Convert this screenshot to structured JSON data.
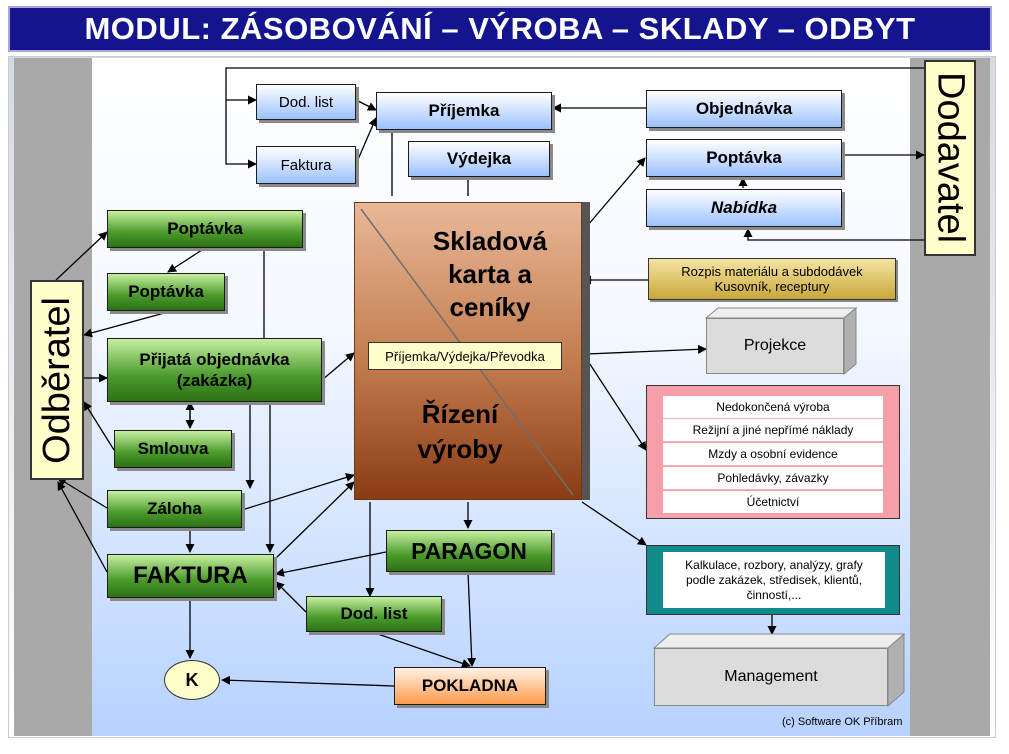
{
  "title": "MODUL:  ZÁSOBOVÁNÍ – VÝROBA – SKLADY – ODBYT",
  "sides": {
    "left": "Odběratel",
    "right": "Dodavatel"
  },
  "top_boxes": {
    "dod_list": "Dod. list",
    "faktura": "Faktura",
    "prijemka": "Příjemka",
    "vydejka": "Výdejka",
    "objednavka": "Objednávka",
    "poptavka": "Poptávka",
    "nabidka": "Nabídka"
  },
  "left_boxes": {
    "poptavka1": "Poptávka",
    "poptavka2": "Poptávka",
    "prijata_objednavka_1": "Přijatá objednávka",
    "prijata_objednavka_2": "(zakázka)",
    "smlouva": "Smlouva",
    "zaloha": "Záloha",
    "faktura": "FAKTURA",
    "k": "K"
  },
  "central": {
    "line1": "Skladová",
    "line2": "karta a",
    "line3": "ceníky",
    "middle": "Příjemka/Výdejka/Převodka",
    "bottom1": "Řízení",
    "bottom2": "výroby"
  },
  "bottom_boxes": {
    "paragon": "PARAGON",
    "dod_list": "Dod. list",
    "pokladna": "POKLADNA"
  },
  "right_boxes": {
    "rozpis_1": "Rozpis materiálu a subdodávek",
    "rozpis_2": "Kusovník, receptury",
    "projekce": "Projekce",
    "pink_rows": [
      "Nedokončená výroba",
      "Režijní a jiné nepřímé náklady",
      "Mzdy a osobní evidence",
      "Pohledávky, závazky",
      "Účetnictví"
    ],
    "kalkulace_1": "Kalkulace, rozbory, analýzy,  grafy",
    "kalkulace_2": "podle zakázek, středisek, klientů,",
    "kalkulace_3": "činností,...",
    "management": "Management"
  },
  "footer": "(c) Software OK Příbram",
  "colors": {
    "title_bg": "#14148f",
    "blue_box": "#9cc2ff",
    "green_box": "#4b9a2c",
    "side_label_bg": "#ffffcc",
    "central_top": "#e8b898",
    "central_bottom": "#8a3c14",
    "pink_panel": "#f5a0a8",
    "teal_panel": "#138a8a",
    "peach_box": "#ff9a4d"
  }
}
